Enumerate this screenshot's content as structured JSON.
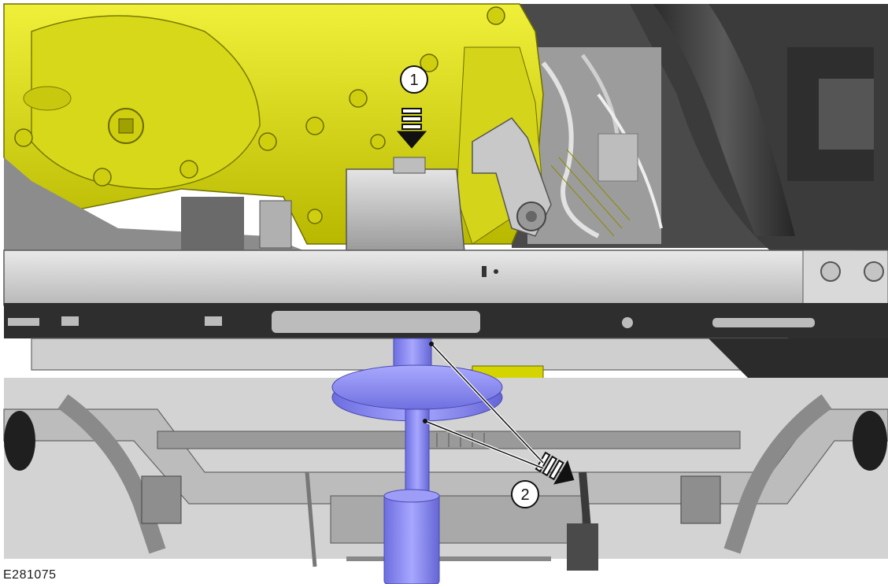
{
  "figure": {
    "id_label": "E281075",
    "callouts": [
      {
        "number": "1",
        "meaning": "lower-transmission-direction"
      },
      {
        "number": "2",
        "meaning": "remove-jack-direction"
      }
    ]
  },
  "colors": {
    "transmission_yellow": "#e6e619",
    "jack_blue": "#8c8cf0",
    "metal_grey": "#bdbdbd",
    "dark_component": "#3a3a3a"
  }
}
